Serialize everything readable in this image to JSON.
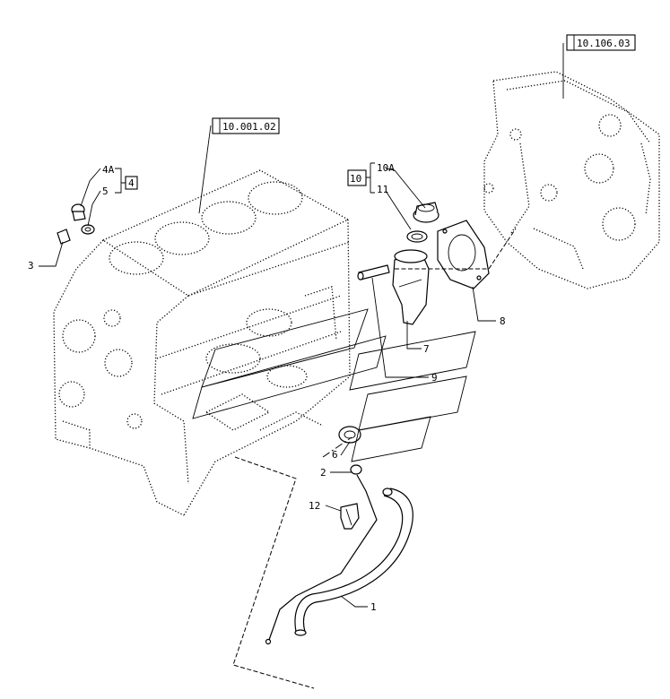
{
  "references": {
    "ref_10_106_03": "10.106.03",
    "ref_10_001_02": "10.001.02"
  },
  "labels": {
    "p1": "1",
    "p2": "2",
    "p3": "3",
    "p4a": "4A",
    "p5": "5",
    "p4box": "4",
    "p6": "6",
    "p7": "7",
    "p8": "8",
    "p9": "9",
    "p10box": "10",
    "p10a": "10A",
    "p11": "11",
    "p12": "12"
  }
}
